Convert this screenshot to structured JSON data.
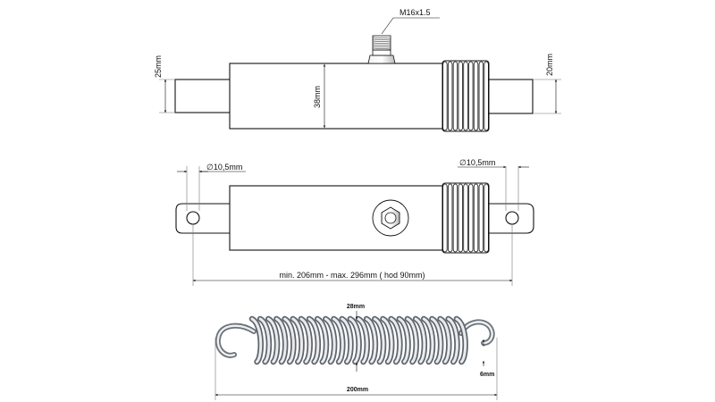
{
  "top_view": {
    "thread_label": "M16x1.5",
    "rod_diameter_left": "25mm",
    "body_diameter": "38mm",
    "rod_diameter_right": "20mm"
  },
  "side_view": {
    "hole_left": "∅10,5mm",
    "hole_right": "∅10,5mm",
    "length_label": "min. 206mm - max. 296mm ( hod  90mm)"
  },
  "spring": {
    "diameter": "28mm",
    "wire": "6mm",
    "length": "200mm"
  }
}
